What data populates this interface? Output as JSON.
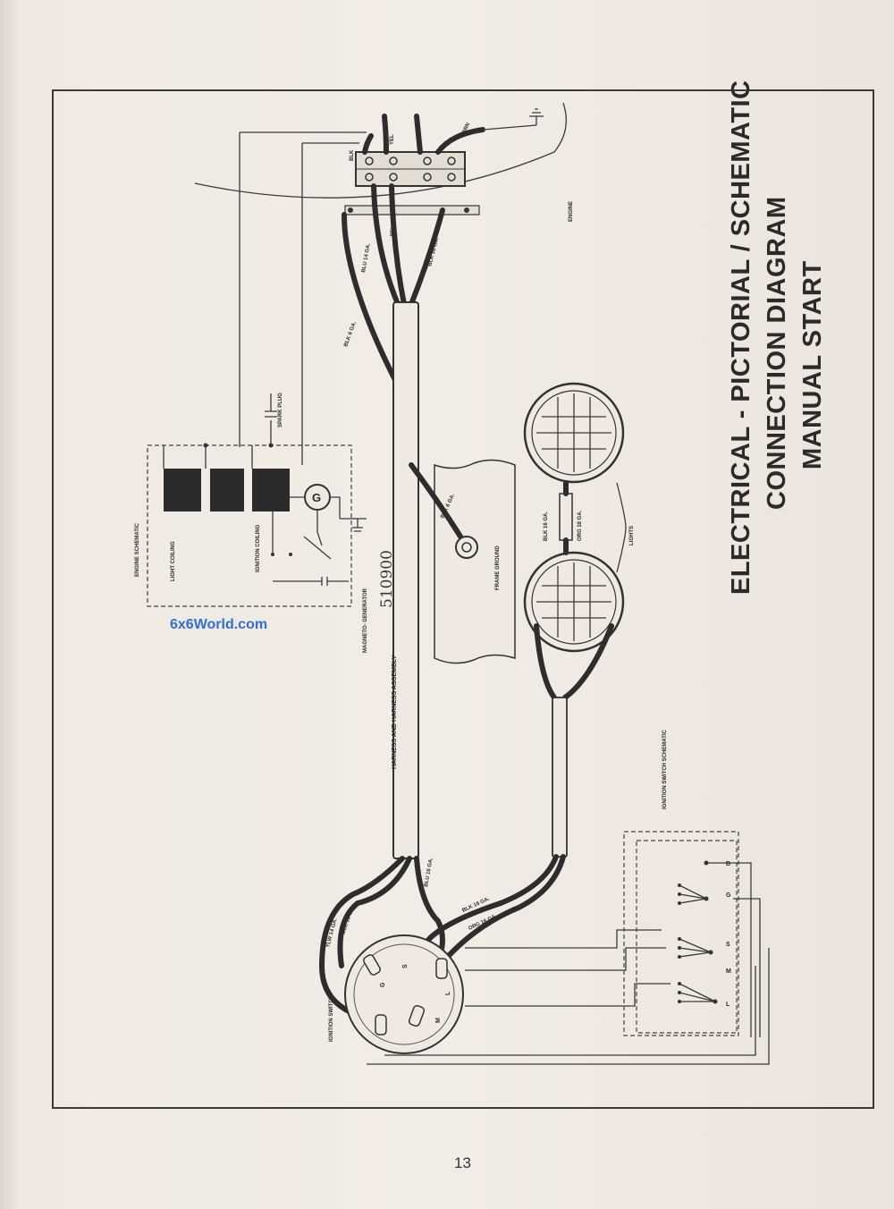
{
  "title_lines": [
    "ELECTRICAL - PICTORIAL / SCHEMATIC",
    "CONNECTION DIAGRAM",
    "MANUAL START"
  ],
  "watermark": "6x6World.com",
  "part_number": "510900",
  "page_number": "13",
  "labels": {
    "engine": "ENGINE",
    "engine_schematic": "ENGINE SCHEMATIC",
    "light_coiling": "LIGHT COILING",
    "ignition_coiling": "IGNITION COILING",
    "magneto_generator": "MAGNETO- GENERATOR",
    "spark_plug": "SPARK PLUG",
    "frame_ground": "FRAME GROUND",
    "harness_assembly": "HARNESS AND HARNESS ASSEMBLY",
    "lights": "LIGHTS",
    "ignition_switch": "IGNITION SWITCH",
    "ignition_switch_schematic": "IGNITION SWITCH SCHEMATIC",
    "generator_symbol": "G"
  },
  "wire_labels": {
    "blk_top": "BLK",
    "yel_top": "YEL",
    "brn_top": "BRN",
    "blu_14": "BLU 14 GA.",
    "yel_mid": "YEL",
    "blk_16_engine": "BLK 16 GA.",
    "blk_6": "BLK 6 GA.",
    "blk_6_ground": "BLK 6 GA.",
    "blk_16_lights": "BLK 16 GA.",
    "org_16_lights": "ORG 16 GA.",
    "ylw_14": "YLW 14 GA.",
    "blk_16_switch": "BLK 16 GA.",
    "blu_16": "BLU 16 GA.",
    "blk_16_right": "BLK 16 GA.",
    "org_16_right": "ORG 16 GA."
  },
  "switch_terminals": [
    "G",
    "S",
    "M",
    "L"
  ],
  "schematic_terminals": [
    "B",
    "G",
    "S",
    "M",
    "L"
  ]
}
